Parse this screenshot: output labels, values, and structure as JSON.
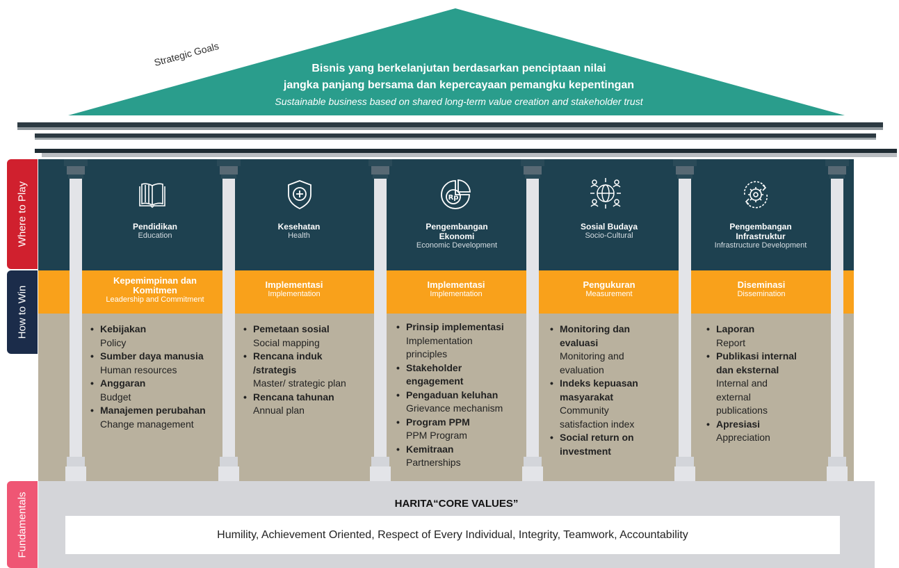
{
  "roof": {
    "label": "Strategic Goals",
    "line1": "Bisnis yang berkelanjutan berdasarkan penciptaan nilai",
    "line2": "jangka panjang bersama dan kepercayaan pemangku kepentingan",
    "line3": "Sustainable business based on shared long-term value creation and stakeholder trust"
  },
  "side_labels": {
    "where": "Where to Play",
    "how": "How to Win",
    "fundamentals": "Fundamentals"
  },
  "colors": {
    "roof": "#2a9d8c",
    "where_band": "#1e4150",
    "how_band": "#f9a11b",
    "body": "#b9b19e",
    "tab_where": "#d0202e",
    "tab_how": "#1b2c4a",
    "tab_fund": "#ef5674"
  },
  "columns": [
    {
      "icon": "book-icon",
      "title": "Pendidikan",
      "subtitle": "Education",
      "how_title": "Kepemimpinan dan Komitmen",
      "how_sub": "Leadership and Commitment",
      "items": [
        {
          "t": "Kebijakan",
          "s": "Policy"
        },
        {
          "t": "Sumber daya manusia",
          "s": "Human resources"
        },
        {
          "t": "Anggaran",
          "s": "Budget"
        },
        {
          "t": "Manajemen perubahan",
          "s": "Change management"
        }
      ]
    },
    {
      "icon": "health-shield-icon",
      "title": "Kesehatan",
      "subtitle": "Health",
      "how_title": "Implementasi",
      "how_sub": "Implementation",
      "items": [
        {
          "t": "Pemetaan sosial",
          "s": "Social mapping"
        },
        {
          "t": "Rencana induk /strategis",
          "s": "Master/ strategic plan"
        },
        {
          "t": "Rencana tahunan",
          "s": "Annual plan"
        }
      ]
    },
    {
      "icon": "rupiah-chart-icon",
      "title": "Pengembangan Ekonomi",
      "subtitle": "Economic Development",
      "how_title": "Implementasi",
      "how_sub": "Implementation",
      "items": [
        {
          "t": "Prinsip implementasi",
          "s": "Implementation principles"
        },
        {
          "t": "Stakeholder engagement",
          "s": ""
        },
        {
          "t": "Pengaduan keluhan",
          "s": "Grievance mechanism"
        },
        {
          "t": "Program PPM",
          "s": "PPM Program"
        },
        {
          "t": "Kemitraan",
          "s": "Partnerships"
        }
      ]
    },
    {
      "icon": "globe-people-icon",
      "title": "Sosial Budaya",
      "subtitle": "Socio-Cultural",
      "how_title": "Pengukuran",
      "how_sub": "Measurement",
      "items": [
        {
          "t": "Monitoring dan evaluasi",
          "s": "Monitoring and evaluation"
        },
        {
          "t": "Indeks kepuasan masyarakat",
          "s": "Community satisfaction index"
        },
        {
          "t": "Social return on investment",
          "s": ""
        }
      ]
    },
    {
      "icon": "gear-cycle-icon",
      "title": "Pengembangan Infrastruktur",
      "subtitle": "Infrastructure Development",
      "how_title": "Diseminasi",
      "how_sub": "Dissemination",
      "items": [
        {
          "t": "Laporan",
          "s": "Report"
        },
        {
          "t": "Publikasi internal dan eksternal",
          "s": "Internal and external publications"
        },
        {
          "t": "Apresiasi",
          "s": "Appreciation"
        }
      ]
    }
  ],
  "fundamentals": {
    "title": "HARITA“CORE VALUES”",
    "values": "Humility, Achievement Oriented, Respect of Every Individual, Integrity, Teamwork, Accountability"
  }
}
